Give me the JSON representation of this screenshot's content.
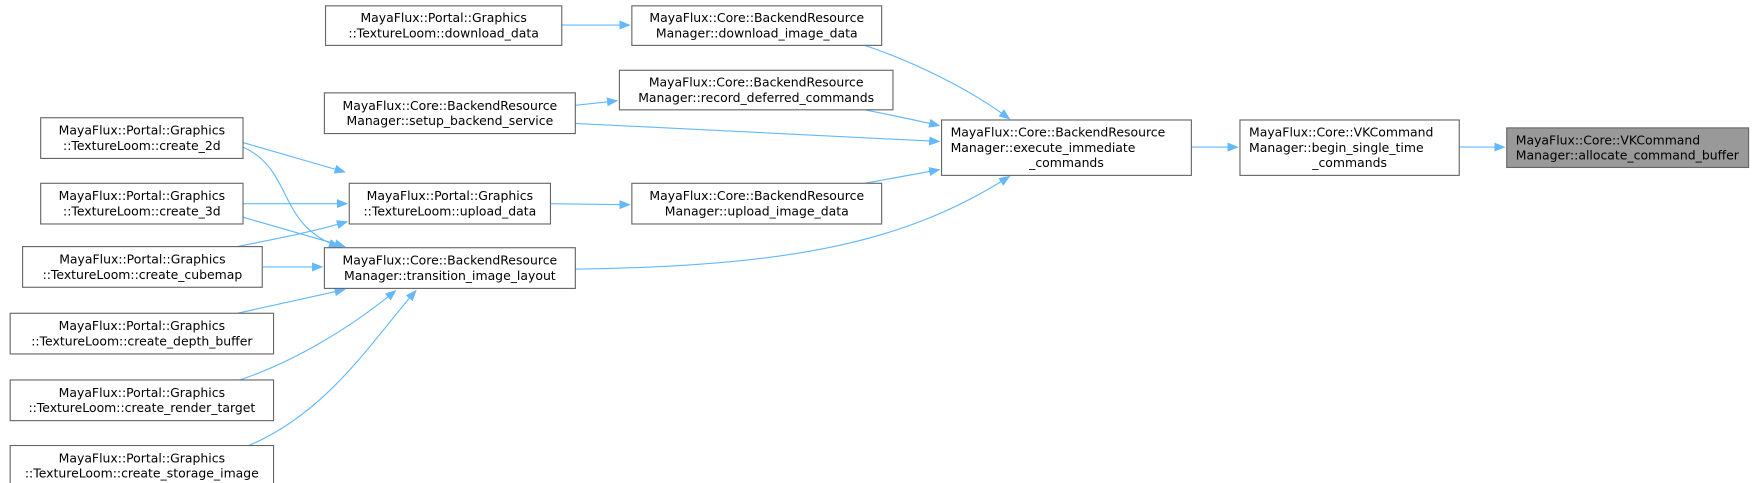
{
  "graph": {
    "type": "caller-graph",
    "nodes": [
      {
        "id": "n0",
        "lines": [
          "MayaFlux::Portal::Graphics",
          "::TextureLoom::download_data"
        ]
      },
      {
        "id": "n1",
        "lines": [
          "MayaFlux::Core::BackendResource",
          "Manager::download_image_data"
        ]
      },
      {
        "id": "n2",
        "lines": [
          "MayaFlux::Core::BackendResource",
          "Manager::record_deferred_commands"
        ]
      },
      {
        "id": "n3",
        "lines": [
          "MayaFlux::Core::BackendResource",
          "Manager::setup_backend_service"
        ]
      },
      {
        "id": "n4",
        "lines": [
          "MayaFlux::Core::BackendResource",
          "Manager::execute_immediate",
          "_commands"
        ]
      },
      {
        "id": "n5",
        "lines": [
          "MayaFlux::Core::VKCommand",
          "Manager::begin_single_time",
          "_commands"
        ]
      },
      {
        "id": "n6",
        "lines": [
          "MayaFlux::Core::VKCommand",
          "Manager::allocate_command_buffer"
        ],
        "current": true
      },
      {
        "id": "n7",
        "lines": [
          "MayaFlux::Portal::Graphics",
          "::TextureLoom::create_2d"
        ]
      },
      {
        "id": "n8",
        "lines": [
          "MayaFlux::Portal::Graphics",
          "::TextureLoom::create_3d"
        ]
      },
      {
        "id": "n9",
        "lines": [
          "MayaFlux::Portal::Graphics",
          "::TextureLoom::create_cubemap"
        ]
      },
      {
        "id": "n10",
        "lines": [
          "MayaFlux::Portal::Graphics",
          "::TextureLoom::create_depth_buffer"
        ]
      },
      {
        "id": "n11",
        "lines": [
          "MayaFlux::Portal::Graphics",
          "::TextureLoom::create_render_target"
        ]
      },
      {
        "id": "n12",
        "lines": [
          "MayaFlux::Portal::Graphics",
          "::TextureLoom::create_storage_image"
        ]
      },
      {
        "id": "n13",
        "lines": [
          "MayaFlux::Portal::Graphics",
          "::TextureLoom::upload_data"
        ]
      },
      {
        "id": "n14",
        "lines": [
          "MayaFlux::Core::BackendResource",
          "Manager::upload_image_data"
        ]
      },
      {
        "id": "n15",
        "lines": [
          "MayaFlux::Core::BackendResource",
          "Manager::transition_image_layout"
        ]
      }
    ],
    "edges": [
      [
        "n0",
        "n1"
      ],
      [
        "n1",
        "n4"
      ],
      [
        "n2",
        "n4"
      ],
      [
        "n3",
        "n2"
      ],
      [
        "n3",
        "n4"
      ],
      [
        "n4",
        "n5"
      ],
      [
        "n5",
        "n6"
      ],
      [
        "n7",
        "n13"
      ],
      [
        "n7",
        "n15"
      ],
      [
        "n8",
        "n13"
      ],
      [
        "n8",
        "n15"
      ],
      [
        "n9",
        "n13"
      ],
      [
        "n9",
        "n15"
      ],
      [
        "n10",
        "n15"
      ],
      [
        "n11",
        "n15"
      ],
      [
        "n12",
        "n15"
      ],
      [
        "n13",
        "n14"
      ],
      [
        "n14",
        "n4"
      ],
      [
        "n15",
        "n4"
      ]
    ],
    "colors": {
      "edge": "#63b8ff",
      "current_fill": "#999999",
      "border": "#666666"
    }
  }
}
